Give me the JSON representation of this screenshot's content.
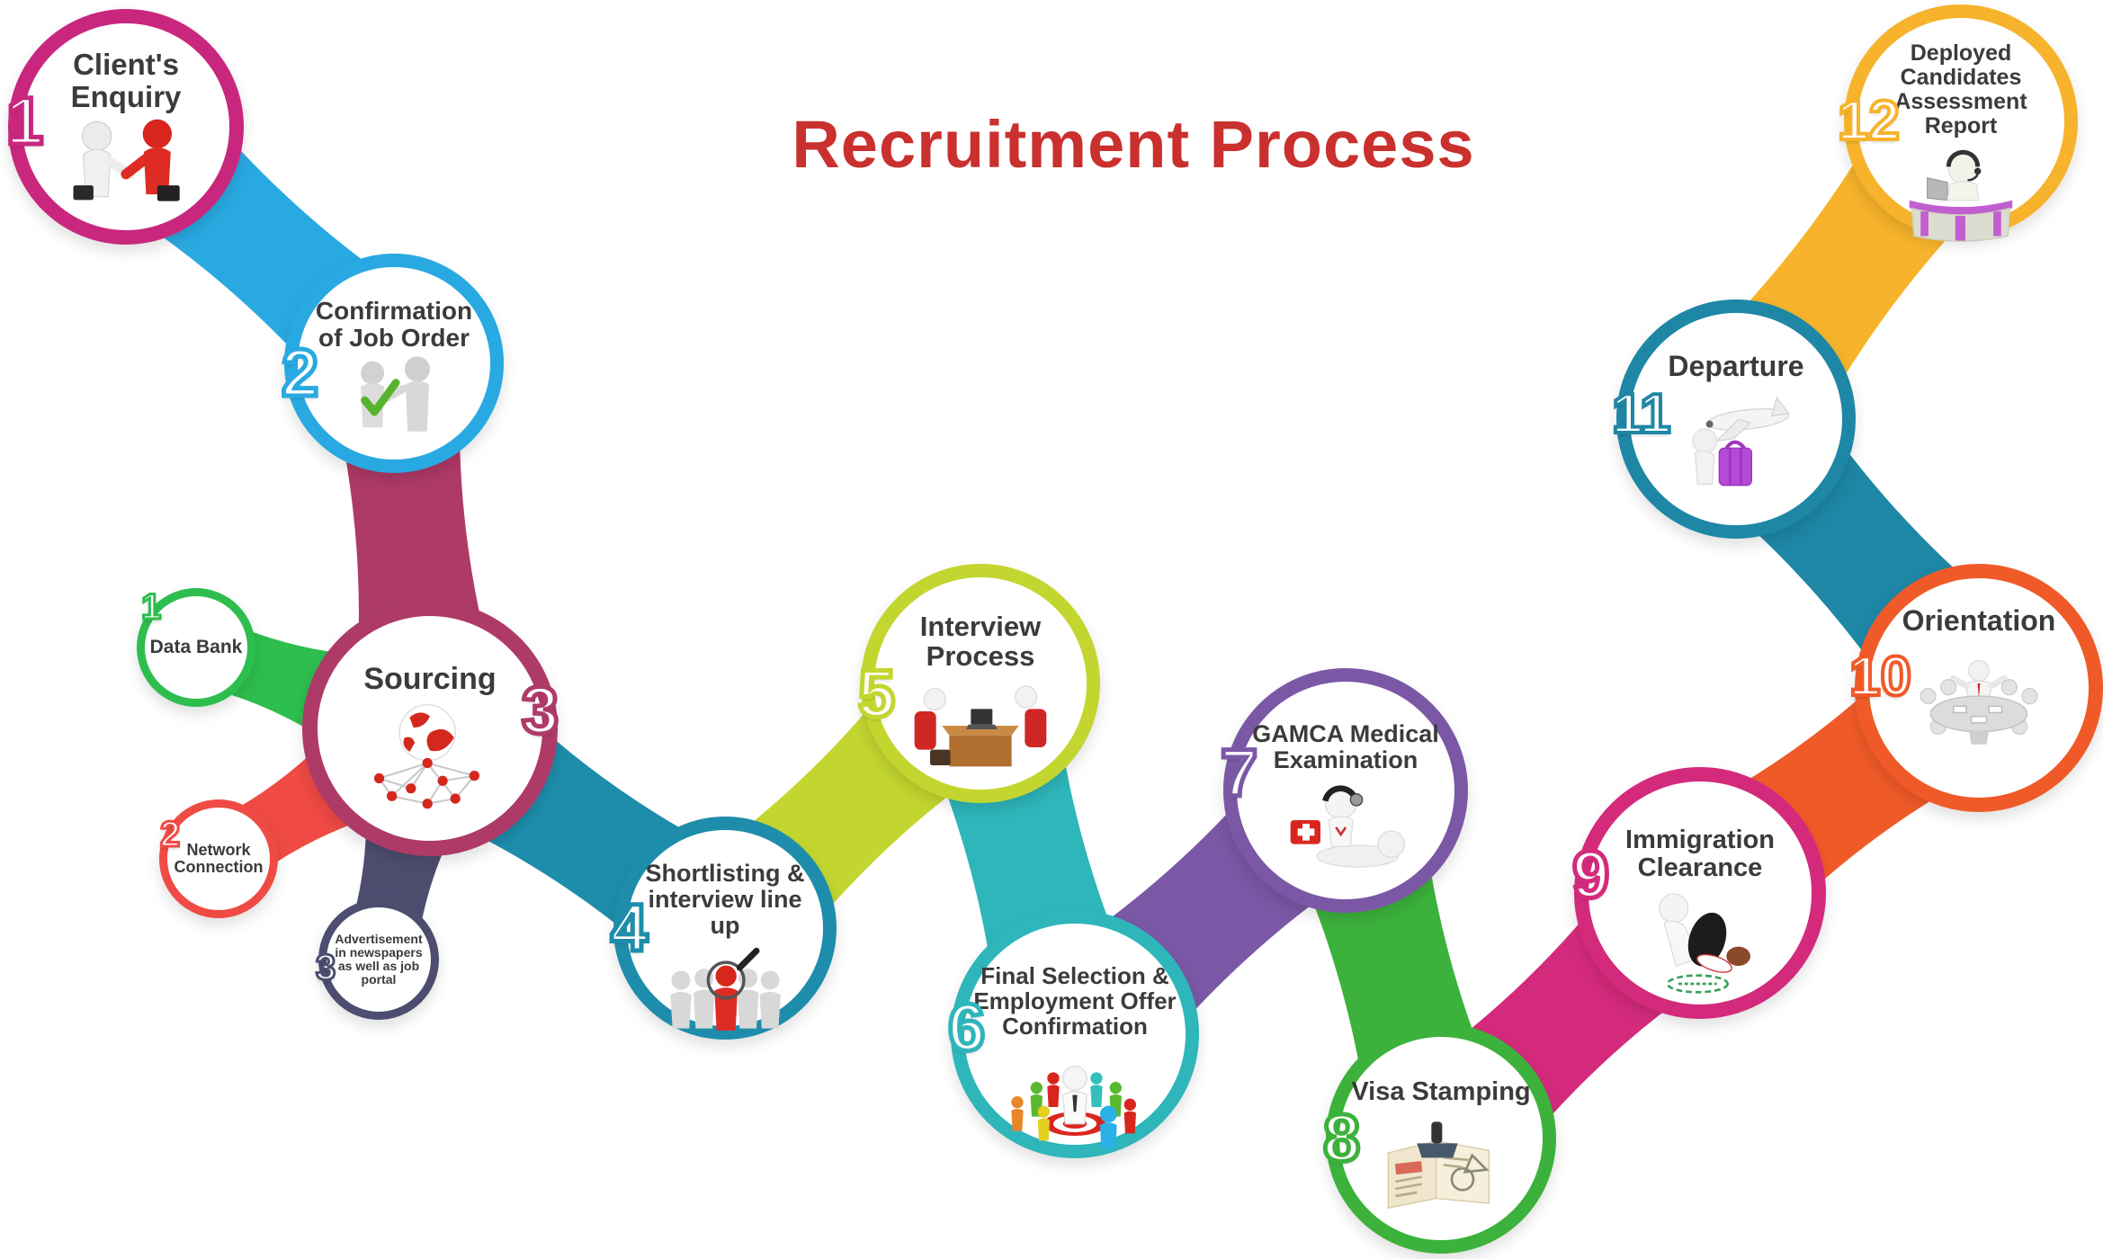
{
  "title": {
    "text": "Recruitment Process",
    "color": "#c9302e"
  },
  "steps": [
    {
      "number": "1",
      "label": "Client's Enquiry",
      "color": "#c9277e",
      "icon": "handshake-icon"
    },
    {
      "number": "2",
      "label": "Confirmation of Job Order",
      "color": "#29a9e1",
      "icon": "agreement-check-icon"
    },
    {
      "number": "3",
      "label": "Sourcing",
      "color": "#ae3a68",
      "icon": "globe-network-icon"
    },
    {
      "number": "4",
      "label": "Shortlisting & interview line up",
      "color": "#1e8dab",
      "icon": "shortlist-magnifier-icon"
    },
    {
      "number": "5",
      "label": "Interview Process",
      "color": "#c3d62f",
      "icon": "interview-desk-icon"
    },
    {
      "number": "6",
      "label": "Final Selection & Employment Offer Confirmation",
      "color": "#2eb6bb",
      "icon": "selection-target-icon"
    },
    {
      "number": "7",
      "label": "GAMCA Medical Examination",
      "color": "#7a58a5",
      "icon": "medical-exam-icon"
    },
    {
      "number": "8",
      "label": "Visa Stamping",
      "color": "#3cb23c",
      "icon": "passport-stamp-icon"
    },
    {
      "number": "9",
      "label": "Immigration Clearance",
      "color": "#d42a7c",
      "icon": "approved-stamp-icon"
    },
    {
      "number": "10",
      "label": "Orientation",
      "color": "#f05a28",
      "icon": "roundtable-icon"
    },
    {
      "number": "11",
      "label": "Departure",
      "color": "#1d87a5",
      "icon": "airplane-suitcase-icon"
    },
    {
      "number": "12",
      "label": "Deployed Candidates Assessment Report",
      "color": "#f6b32b",
      "icon": "helpdesk-icon"
    }
  ],
  "sourcing_satellites": [
    {
      "number": "1",
      "label": "Data Bank",
      "color": "#2dbe4e"
    },
    {
      "number": "2",
      "label": "Network Connection",
      "color": "#f04a44"
    },
    {
      "number": "3",
      "label": "Advertisement in newspapers as well as job portal",
      "color": "#4d4d70"
    }
  ]
}
